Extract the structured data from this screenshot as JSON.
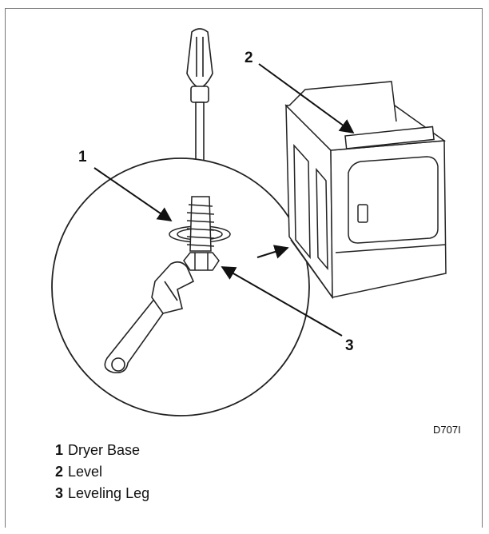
{
  "callouts": [
    {
      "number": "1",
      "label": "Dryer Base"
    },
    {
      "number": "2",
      "label": "Level"
    },
    {
      "number": "3",
      "label": "Leveling Leg"
    }
  ],
  "figure_code": "D707I"
}
